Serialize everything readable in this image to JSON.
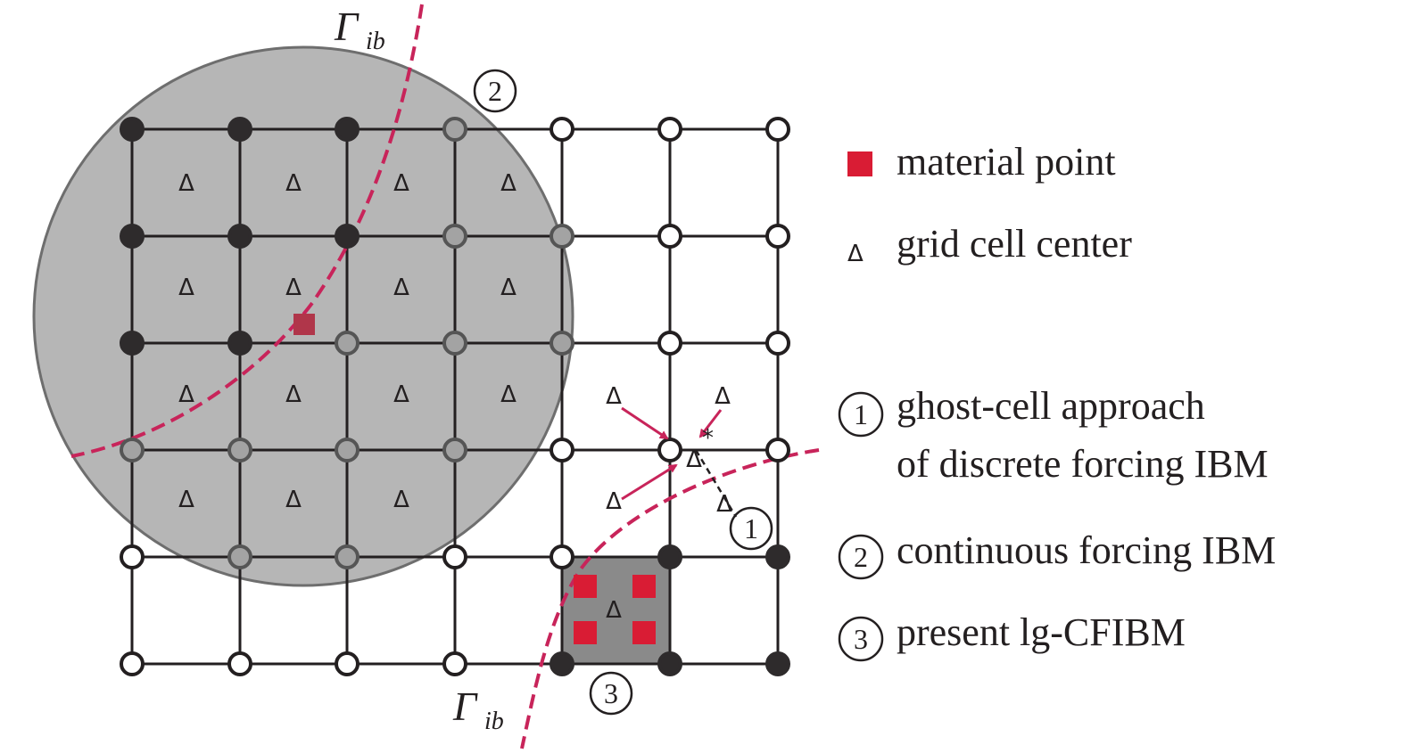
{
  "legend": {
    "material_point": "material point",
    "grid_cell_center": "grid cell center",
    "item1_line1": "ghost-cell approach",
    "item1_line2": "of discrete forcing IBM",
    "item2": "continuous forcing IBM",
    "item3": "present lg-CFIBM"
  },
  "markers": {
    "one": "1",
    "two": "2",
    "three": "3",
    "triangle": "Δ",
    "star": "*"
  },
  "boundary": {
    "symbol": "Γ",
    "subscript": "ib"
  },
  "colors": {
    "grid_line": "#231f20",
    "kernel_fill": "#9a9a9a",
    "kernel_stroke": "#6e6e6e",
    "cell_fill": "#8a8a8a",
    "boundary": "#c8245a",
    "material_point": "#d91c34",
    "filled_node": "#231f20",
    "open_node_fill": "#ffffff"
  }
}
